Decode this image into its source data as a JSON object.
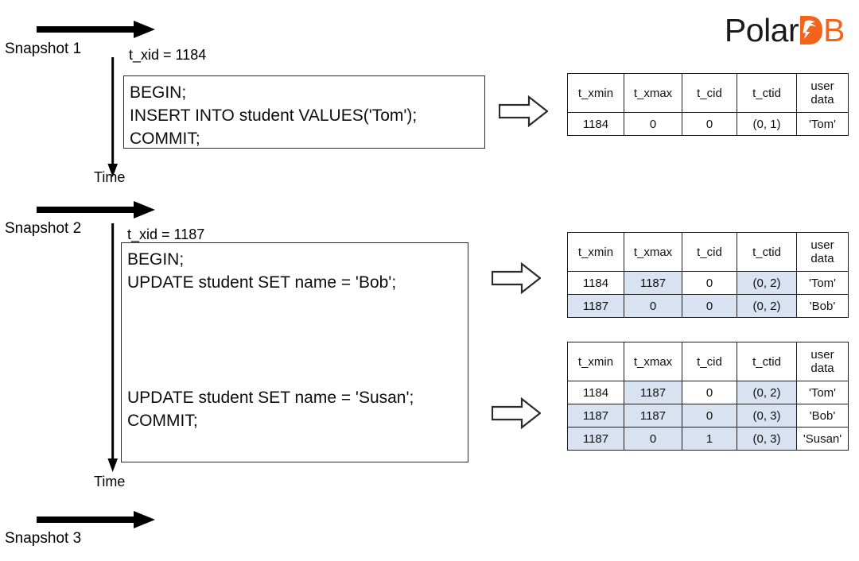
{
  "logo": {
    "text_left": "Polar",
    "letter_d": "D",
    "letter_b": "B",
    "accent_color": "#f4631a",
    "dark_color": "#1a1a1a",
    "dolphin_icon": "dolphin-icon"
  },
  "timeline": {
    "snapshot_1_label": "Snapshot 1",
    "snapshot_2_label": "Snapshot 2",
    "snapshot_3_label": "Snapshot 3",
    "time_label_1": "Time",
    "time_label_2": "Time"
  },
  "transactions": [
    {
      "xid_label": "t_xid = 1184",
      "lines": [
        "BEGIN;",
        "INSERT INTO student VALUES('Tom');",
        "COMMIT;"
      ]
    },
    {
      "xid_label": "t_xid = 1187",
      "lines_top": [
        "BEGIN;",
        "UPDATE student SET name = 'Bob';"
      ],
      "lines_bottom": [
        "UPDATE student SET name = 'Susan';",
        "COMMIT;"
      ]
    }
  ],
  "table_columns": [
    "t_xmin",
    "t_xmax",
    "t_cid",
    "t_ctid",
    "user data"
  ],
  "table_columns_display": [
    {
      "line1": "t_xmin",
      "line2": ""
    },
    {
      "line1": "t_xmax",
      "line2": ""
    },
    {
      "line1": "t_cid",
      "line2": ""
    },
    {
      "line1": "t_ctid",
      "line2": ""
    },
    {
      "line1": "user",
      "line2": "data"
    }
  ],
  "highlight_color": "#d9e2f1",
  "tables": [
    {
      "name": "tuple-table-1",
      "rows": [
        {
          "cells": [
            "1184",
            "0",
            "0",
            "(0, 1)",
            "'Tom'"
          ],
          "highlight": [
            false,
            false,
            false,
            false,
            false
          ]
        }
      ]
    },
    {
      "name": "tuple-table-2",
      "rows": [
        {
          "cells": [
            "1184",
            "1187",
            "0",
            "(0, 2)",
            "'Tom'"
          ],
          "highlight": [
            false,
            true,
            false,
            true,
            false
          ]
        },
        {
          "cells": [
            "1187",
            "0",
            "0",
            "(0, 2)",
            "'Bob'"
          ],
          "highlight": [
            true,
            true,
            true,
            true,
            false
          ]
        }
      ]
    },
    {
      "name": "tuple-table-3",
      "rows": [
        {
          "cells": [
            "1184",
            "1187",
            "0",
            "(0, 2)",
            "'Tom'"
          ],
          "highlight": [
            false,
            true,
            false,
            true,
            false
          ]
        },
        {
          "cells": [
            "1187",
            "1187",
            "0",
            "(0, 3)",
            "'Bob'"
          ],
          "highlight": [
            true,
            true,
            true,
            true,
            false
          ]
        },
        {
          "cells": [
            "1187",
            "0",
            "1",
            "(0, 3)",
            "'Susan'"
          ],
          "highlight": [
            true,
            true,
            true,
            true,
            false
          ]
        }
      ]
    }
  ],
  "arrows": {
    "block_arrow_icon": "block-arrow-right-icon",
    "solid_arrow_icon": "arrow-right-icon",
    "time_arrow_icon": "arrow-down-icon"
  }
}
